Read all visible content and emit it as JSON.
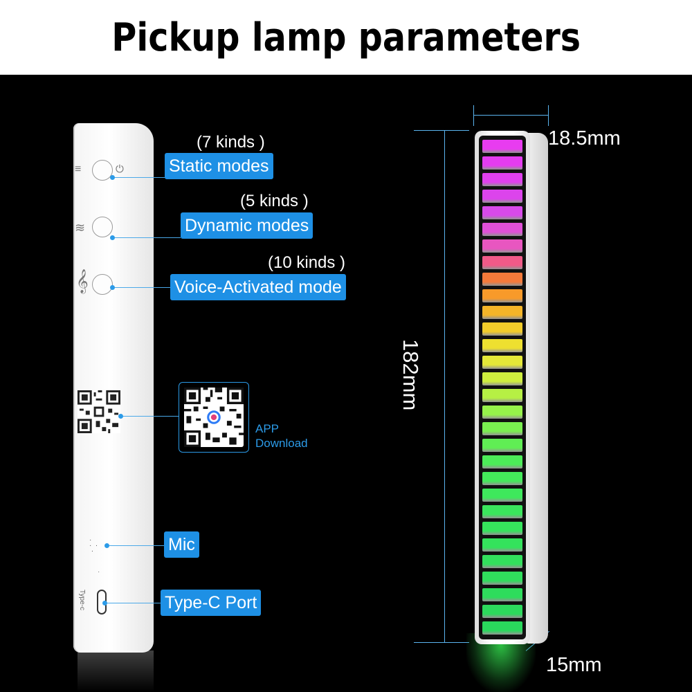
{
  "title": "Pickup lamp parameters",
  "callouts": {
    "static": {
      "kinds": "(7 kinds )",
      "label": "Static modes"
    },
    "dynamic": {
      "kinds": "(5 kinds )",
      "label": "Dynamic modes"
    },
    "voice": {
      "kinds": "(10 kinds )",
      "label": "Voice-Activated mode"
    },
    "app": {
      "line1": "APP",
      "line2": "Download"
    },
    "mic": {
      "label": "Mic"
    },
    "port": {
      "label": "Type-C Port"
    }
  },
  "device": {
    "port_text": "Type-c"
  },
  "dimensions": {
    "width": "18.5mm",
    "height": "182mm",
    "depth": "15mm"
  },
  "colors": {
    "callout": "#1e90e5",
    "accent": "#2c9be8"
  },
  "icons": [
    "menu-lines-icon",
    "power-icon",
    "wave-icon",
    "treble-clef-icon",
    "qr-code-icon",
    "mic-icon",
    "usb-c-port-icon"
  ],
  "lamp": {
    "segment_colors": [
      "#e83cf0",
      "#e43cf0",
      "#e040ee",
      "#dc44ec",
      "#d84aea",
      "#e050d8",
      "#e856c0",
      "#f05a88",
      "#f57a3a",
      "#f89a2a",
      "#f5b528",
      "#f2cc2a",
      "#eee030",
      "#e4e838",
      "#cfee3e",
      "#b6f044",
      "#96f24a",
      "#7af050",
      "#60ee54",
      "#4cec58",
      "#44ea5a",
      "#3ee85c",
      "#3ae65c",
      "#36e45c",
      "#34e25c",
      "#32e05c",
      "#30de5c",
      "#2edc5c",
      "#2cda5c",
      "#2ad85c"
    ]
  }
}
